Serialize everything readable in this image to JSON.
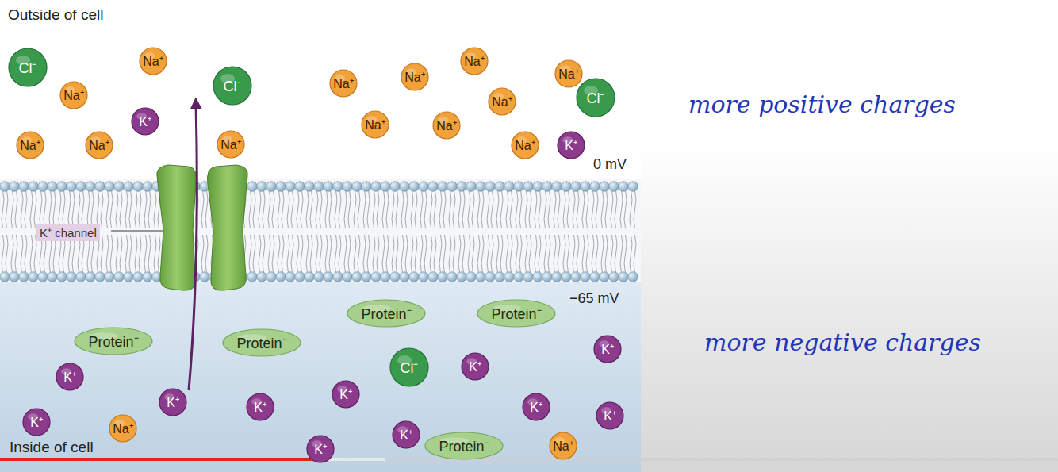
{
  "diagram": {
    "nodes": [
      {
        "text": [
          "Cl⁻"
        ]
      },
      {
        "text": [
          "Na⁺"
        ]
      },
      {
        "text": [
          "Cl⁻"
        ]
      },
      {
        "text": [
          "Na⁺"
        ]
      },
      {
        "text": [
          "K⁺"
        ]
      },
      {
        "text": [
          "Na⁺"
        ]
      },
      {
        "text": [
          "Na⁺"
        ]
      },
      {
        "text": [
          "Na⁺"
        ]
      },
      {
        "text": [
          "Na⁺"
        ]
      },
      {
        "text": [
          "Cl⁻"
        ]
      },
      {
        "text": [
          "Na⁺"
        ]
      },
      {
        "text": [
          "Na⁺"
        ]
      },
      {
        "text": [
          "Na⁺"
        ]
      },
      {
        "text": [
          "Na⁺"
        ]
      },
      {
        "text": [
          "Na⁺"
        ]
      },
      {
        "text": [
          "Na⁺"
        ]
      },
      {
        "text": [
          "Na⁺"
        ]
      },
      {
        "text": [
          "K⁺"
        ]
      },
      {
        "text": [
          "Protein⁻"
        ]
      },
      {
        "text": [
          "Protein⁻"
        ]
      },
      {
        "text": [
          "Protein⁻"
        ]
      },
      {
        "text": [
          "Protein⁻"
        ]
      },
      {
        "text": [
          "K⁺"
        ]
      },
      {
        "text": [
          "Cl⁻"
        ]
      },
      {
        "text": [
          "K⁺"
        ]
      },
      {
        "text": [
          "K⁺"
        ]
      },
      {
        "text": [
          "K⁺"
        ]
      },
      {
        "text": [
          "K⁺"
        ]
      },
      {
        "text": [
          "K⁺"
        ]
      },
      {
        "text": [
          "K⁺"
        ]
      },
      {
        "text": [
          "K⁺"
        ]
      },
      {
        "text": [
          "Na⁺"
        ]
      },
      {
        "text": [
          "K⁺"
        ]
      },
      {
        "text": [
          "K⁺"
        ]
      },
      {
        "text": [
          "K⁺"
        ]
      },
      {
        "text": [
          "Protein⁻"
        ]
      },
      {
        "text": [
          "Na⁺"
        ]
      }
    ],
    "labels": [
      "Outside of cell",
      "K⁺ channel",
      "0 mV",
      "−65 mV",
      "more positive charges",
      "more negative charges",
      "Inside of cell"
    ]
  }
}
